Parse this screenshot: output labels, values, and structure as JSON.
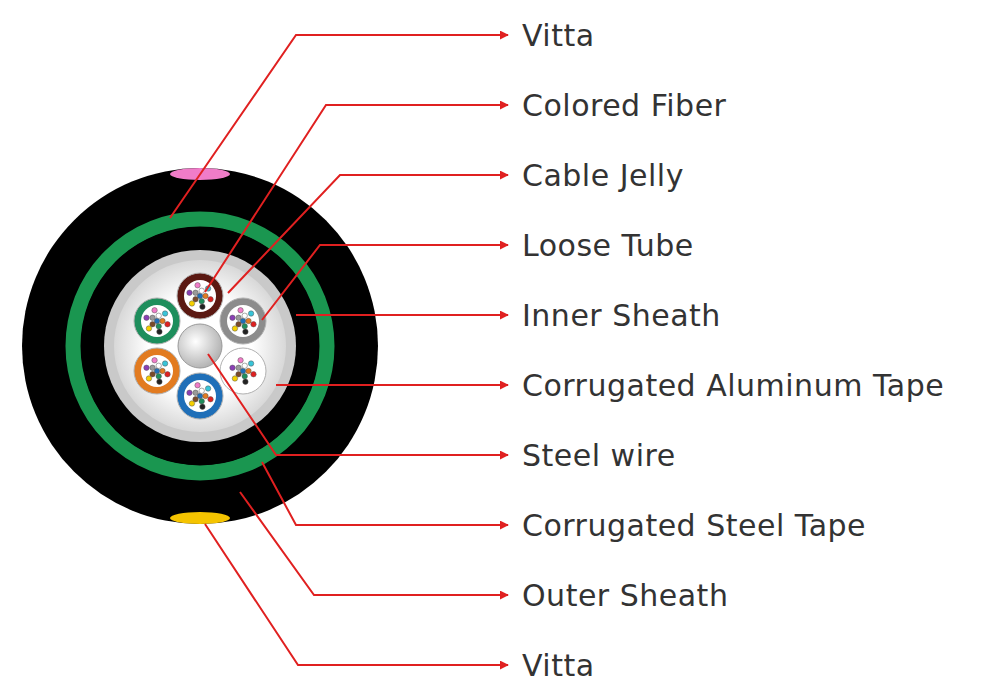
{
  "diagram": {
    "labels": [
      "Vitta",
      "Colored Fiber",
      "Cable Jelly",
      "Loose Tube",
      "Inner Sheath",
      "Corrugated Aluminum Tape",
      "Steel wire",
      "Corrugated Steel Tape",
      "Outer Sheath",
      "Vitta"
    ]
  }
}
